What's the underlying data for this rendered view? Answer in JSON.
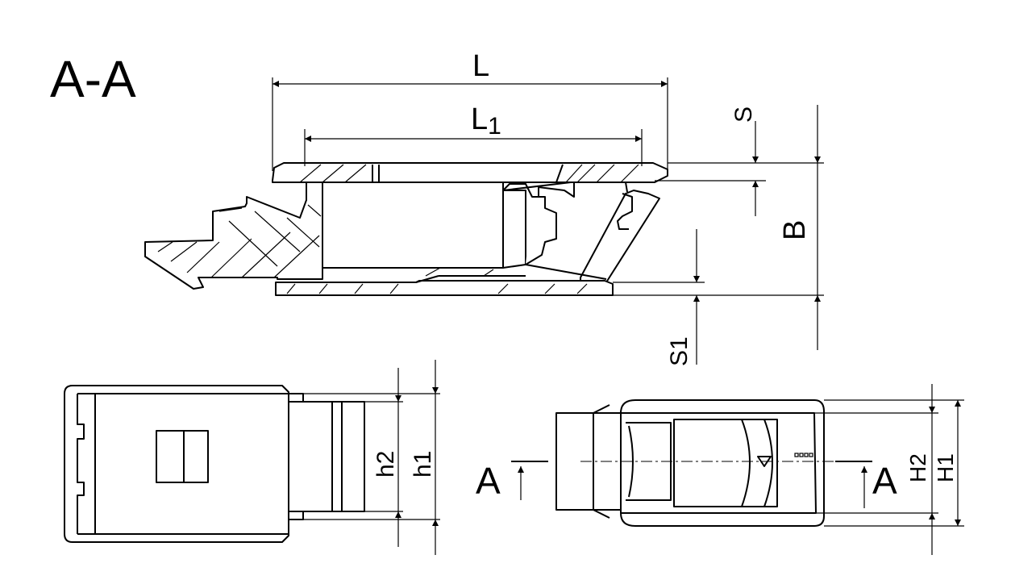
{
  "section": {
    "title": "A-A"
  },
  "dimensions": {
    "L": "L",
    "L1_base": "L",
    "L1_sub": "1",
    "S": "S",
    "S1": "S1",
    "B": "B",
    "h1": "h1",
    "h2": "h2",
    "H1": "H1",
    "H2": "H2"
  },
  "section_markers": {
    "left": "A",
    "right": "A"
  }
}
